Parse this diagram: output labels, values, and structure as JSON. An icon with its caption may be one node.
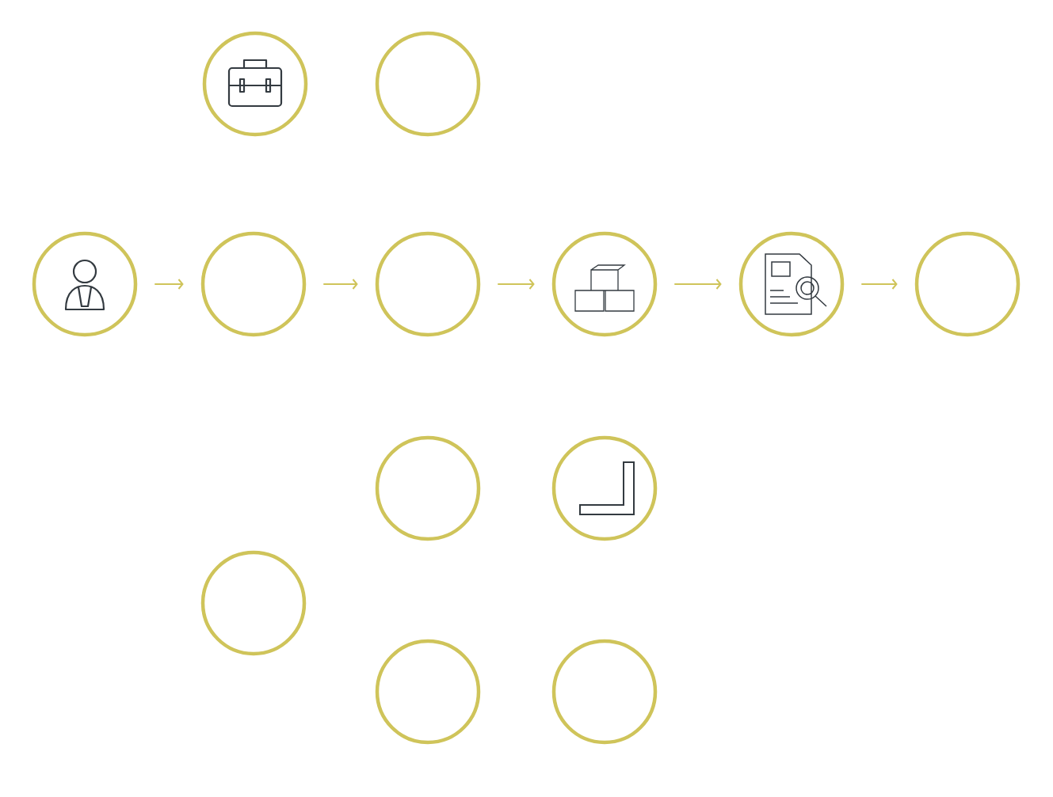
{
  "diagram": {
    "nodes": [
      {
        "text": [],
        "shape": "circle"
      },
      {
        "text": [],
        "shape": "circle"
      },
      {
        "text": [],
        "shape": "circle"
      },
      {
        "text": [],
        "shape": "circle"
      },
      {
        "text": [],
        "shape": "circle"
      },
      {
        "text": [],
        "shape": "circle"
      },
      {
        "text": [],
        "shape": "circle"
      },
      {
        "text": [],
        "shape": "circle"
      },
      {
        "text": [],
        "shape": "circle"
      },
      {
        "text": [],
        "shape": "circle"
      },
      {
        "text": [],
        "shape": "circle"
      },
      {
        "text": [],
        "shape": "circle"
      },
      {
        "text": [],
        "shape": "circle"
      }
    ],
    "edges": [
      {
        "from": 2,
        "to": 3,
        "arrow": "to"
      },
      {
        "from": 3,
        "to": 4,
        "arrow": "to"
      },
      {
        "from": 4,
        "to": 5,
        "arrow": "to"
      },
      {
        "from": 5,
        "to": 6,
        "arrow": "to"
      },
      {
        "from": 6,
        "to": 7,
        "arrow": "to"
      }
    ]
  }
}
